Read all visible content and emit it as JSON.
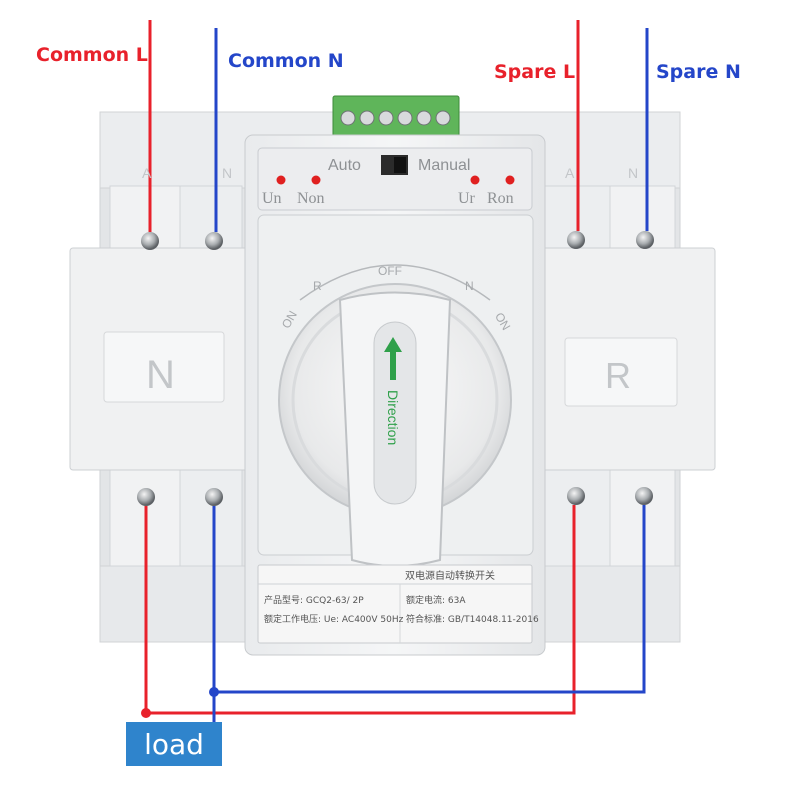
{
  "labels": {
    "common_l": "Common L",
    "common_n": "Common N",
    "spare_l": "Spare L",
    "spare_n": "Spare N",
    "load": "load"
  },
  "panel": {
    "auto": "Auto",
    "manual": "Manual",
    "un": "Un",
    "non": "Non",
    "ur": "Ur",
    "ron": "Ron",
    "dial_off": "OFF",
    "dial_on_left": "ON",
    "dial_on_right": "ON",
    "dial_r": "R",
    "dial_n": "N",
    "direction": "Direction"
  },
  "side_letters": {
    "left_module": "N",
    "right_module": "R",
    "top_left_a": "A",
    "top_left_n": "N",
    "top_right_a": "A",
    "top_right_n": "N"
  },
  "nameplate": {
    "title": "双电源自动转换开关",
    "model_label": "产品型号: GCQ2-63/ 2P",
    "current_label": "额定电流: 63A",
    "voltage_label": "额定工作电压: Ue: AC400V 50Hz",
    "standard_label": "符合标准: GB/T14048.11-2016"
  },
  "colors": {
    "live": "#e8212b",
    "neutral": "#2446c9",
    "load_box": "#2f84cc",
    "led": "#e02020",
    "terminal_green": "#5fb55a",
    "arrow_green": "#2fa04a"
  }
}
